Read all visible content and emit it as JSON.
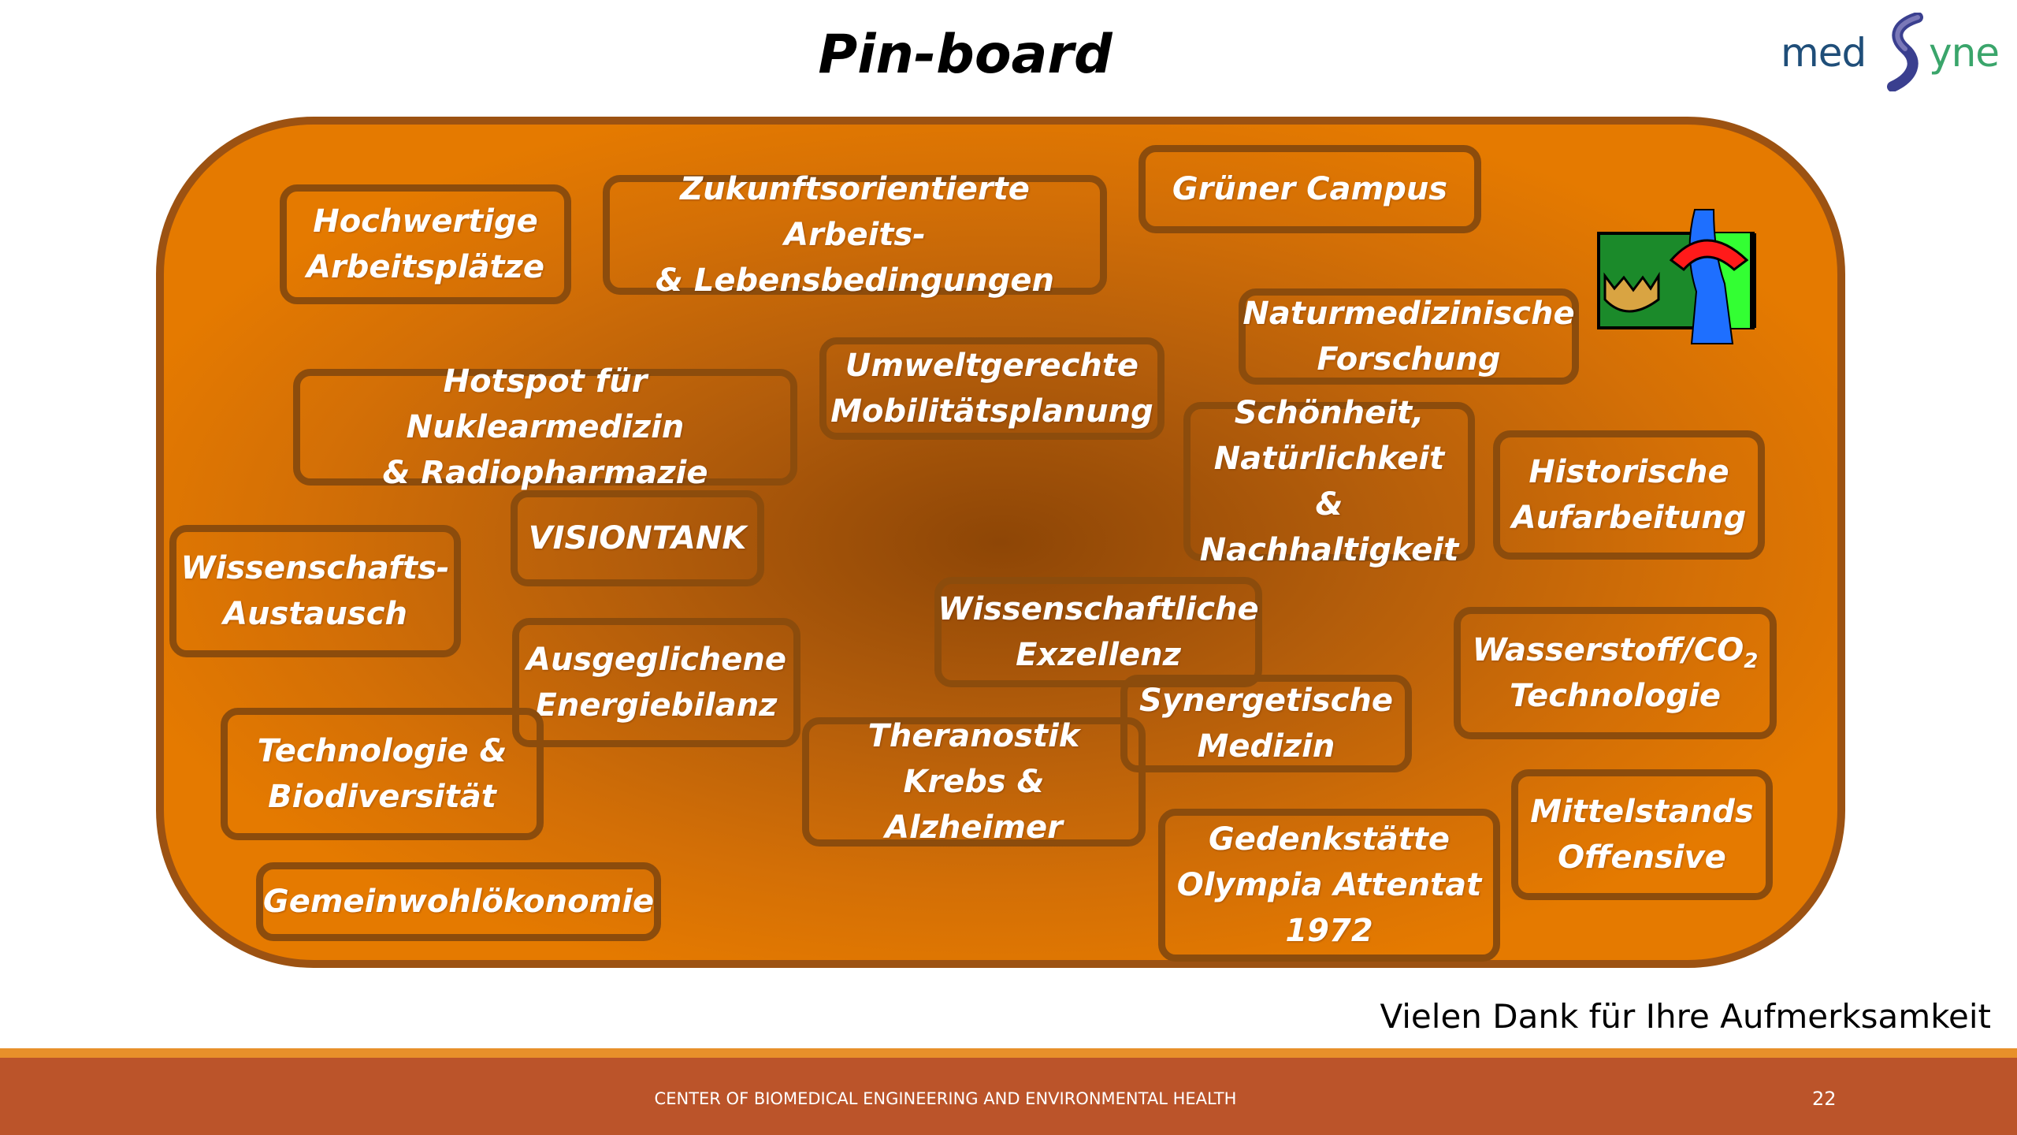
{
  "title": "Pin-board",
  "logo": {
    "part1": "med",
    "part2": "yne",
    "initial": "S"
  },
  "notes": [
    {
      "id": "hochwertige",
      "text": "Hochwertige\nArbeitsplätze"
    },
    {
      "id": "zukunft",
      "text": "Zukunftsorientierte Arbeits-\n& Lebensbedingungen"
    },
    {
      "id": "gruener",
      "text": "Grüner Campus"
    },
    {
      "id": "natur",
      "text": "Naturmedizinische\nForschung"
    },
    {
      "id": "umwelt",
      "text": "Umweltgerechte\nMobilitätsplanung"
    },
    {
      "id": "hotspot",
      "text": "Hotspot für Nuklearmedizin\n& Radiopharmazie"
    },
    {
      "id": "schoenheit",
      "text": "Schönheit,\nNatürlichkeit &\nNachhaltigkeit"
    },
    {
      "id": "historische",
      "text": "Historische\nAufarbeitung"
    },
    {
      "id": "visiontank",
      "text": "VISIONTANK"
    },
    {
      "id": "wissaustausch",
      "text": "Wissenschafts-\nAustausch"
    },
    {
      "id": "wissexz",
      "text": "Wissenschaftliche\nExzellenz"
    },
    {
      "id": "wasserstoff_a",
      "text": "Wasserstoff/CO"
    },
    {
      "id": "wasserstoff_sub",
      "text": "2"
    },
    {
      "id": "wasserstoff_b",
      "text": "Technologie"
    },
    {
      "id": "ausgeglichen",
      "text": "Ausgeglichene\nEnergiebilanz"
    },
    {
      "id": "synergetische",
      "text": "Synergetische\nMedizin"
    },
    {
      "id": "technologie",
      "text": "Technologie &\nBiodiversität"
    },
    {
      "id": "theranostik",
      "text": "Theranostik\nKrebs & Alzheimer"
    },
    {
      "id": "mittelstand",
      "text": "Mittelstands\nOffensive"
    },
    {
      "id": "gedenk",
      "text": "Gedenkstätte\nOlympia Attentat\n1972"
    },
    {
      "id": "gemeinwohl",
      "text": "Gemeinwohlökonomie"
    }
  ],
  "thanks": "Vielen Dank für Ihre Aufmerksamkeit",
  "footer": {
    "text": "CENTER OF BIOMEDICAL ENGINEERING AND ENVIRONMENTAL HEALTH",
    "page": "22"
  },
  "colors": {
    "board": "#d36f06",
    "board_border": "#9c5212",
    "note_border": "#8c4c0c",
    "footer": "#bb542a",
    "stripe": "#e8902a"
  }
}
